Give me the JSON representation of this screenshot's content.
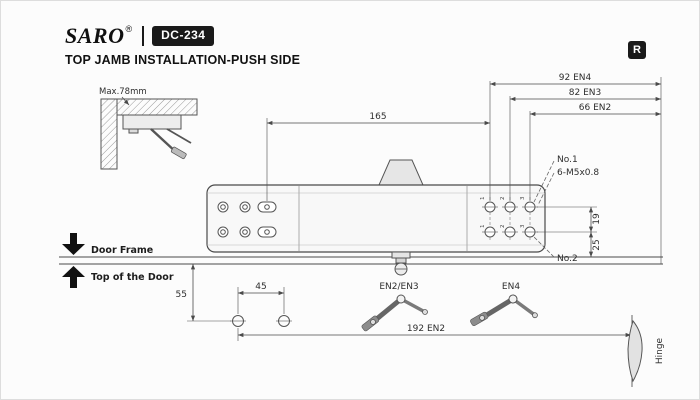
{
  "header": {
    "brand": "SARO",
    "registered": "®",
    "model_badge": "DC-234",
    "title": "TOP JAMB INSTALLATION-PUSH SIDE",
    "corner_badge": "R"
  },
  "inset": {
    "max_label": "Max.78mm"
  },
  "dims": {
    "en4": "92 EN4",
    "en3": "82 EN3",
    "en2": "66 EN2",
    "length": "165",
    "hole_spacing": "19",
    "to_door": "25",
    "drop": "55",
    "door_holes": "45",
    "total": "192  EN2"
  },
  "callouts": {
    "no1": "No.1",
    "screw_spec": "6-M5x0.8",
    "no2": "No.2",
    "door_frame": "Door Frame",
    "top_of_door": "Top of the Door",
    "arm_en23": "EN2/EN3",
    "arm_en4": "EN4",
    "hinge": "Hinge",
    "col1": "1",
    "col2": "2",
    "col3": "3"
  }
}
